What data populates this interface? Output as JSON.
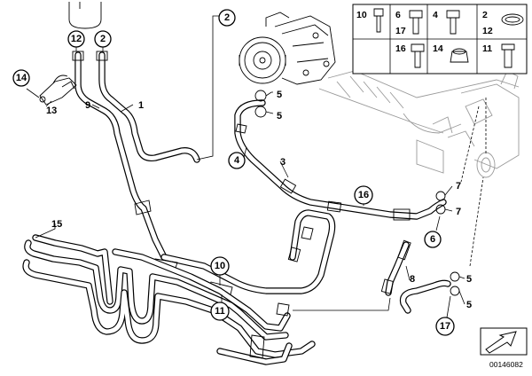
{
  "callouts": {
    "n1": "1",
    "n2_top": "2",
    "n2_pump": "2",
    "n3": "3",
    "n4": "4",
    "n5_a": "5",
    "n5_b": "5",
    "n5_c": "5",
    "n5_d": "5",
    "n6": "6",
    "n7_a": "7",
    "n7_b": "7",
    "n8": "8",
    "n9": "9",
    "n10": "10",
    "n11": "11",
    "n12": "12",
    "n13": "13",
    "n14": "14",
    "n15": "15",
    "n16": "16",
    "n17": "17"
  },
  "legend": {
    "row1": [
      "10",
      "6",
      "4",
      "2"
    ],
    "row1b": [
      "17",
      "12"
    ],
    "row2": [
      "16",
      "14",
      "11"
    ]
  },
  "part_number": "00146082"
}
